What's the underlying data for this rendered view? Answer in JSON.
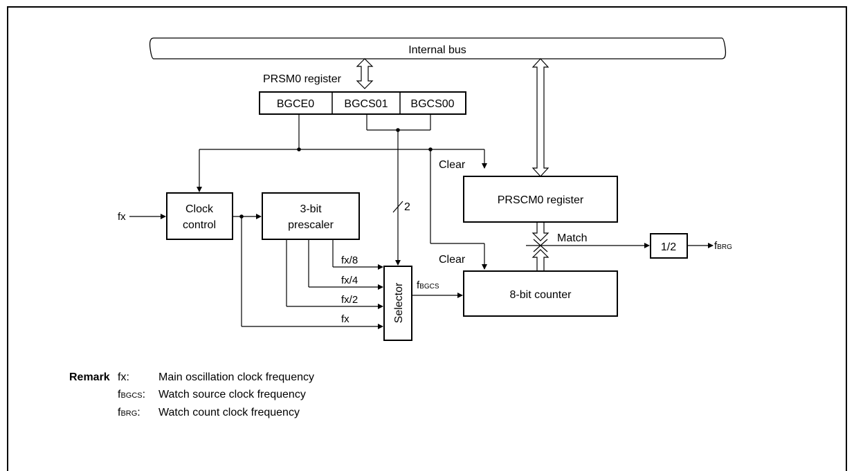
{
  "diagram": {
    "internal_bus": "Internal bus",
    "prsm0_label": "PRSM0 register",
    "prsm0_bits": [
      "BGCE0",
      "BGCS01",
      "BGCS00"
    ],
    "clock_control": [
      "Clock",
      "control"
    ],
    "prescaler": [
      "3-bit",
      "prescaler"
    ],
    "prscm0": "PRSCM0 register",
    "counter": "8-bit counter",
    "selector": "Selector",
    "divider": "1/2",
    "clear_top": "Clear",
    "clear_bottom": "Clear",
    "match": "Match",
    "bus_width": "2",
    "input_fx": "fx",
    "tap_fx8": "fx/8",
    "tap_fx4": "fx/4",
    "tap_fx2": "fx/2",
    "tap_fx": "fx",
    "fbgcs_main": "f",
    "fbgcs_sub": "BGCS",
    "fbrg_main": "f",
    "fbrg_sub": "BRG"
  },
  "remark": {
    "label": "Remark",
    "items": [
      {
        "sym_main": "fx",
        "sym_sub": "",
        "colon": ":",
        "desc": "Main oscillation clock frequency"
      },
      {
        "sym_main": "f",
        "sym_sub": "BGCS",
        "colon": ":",
        "desc": "Watch source clock frequency"
      },
      {
        "sym_main": "f",
        "sym_sub": "BRG",
        "colon": ":",
        "desc": "Watch count clock frequency"
      }
    ]
  }
}
